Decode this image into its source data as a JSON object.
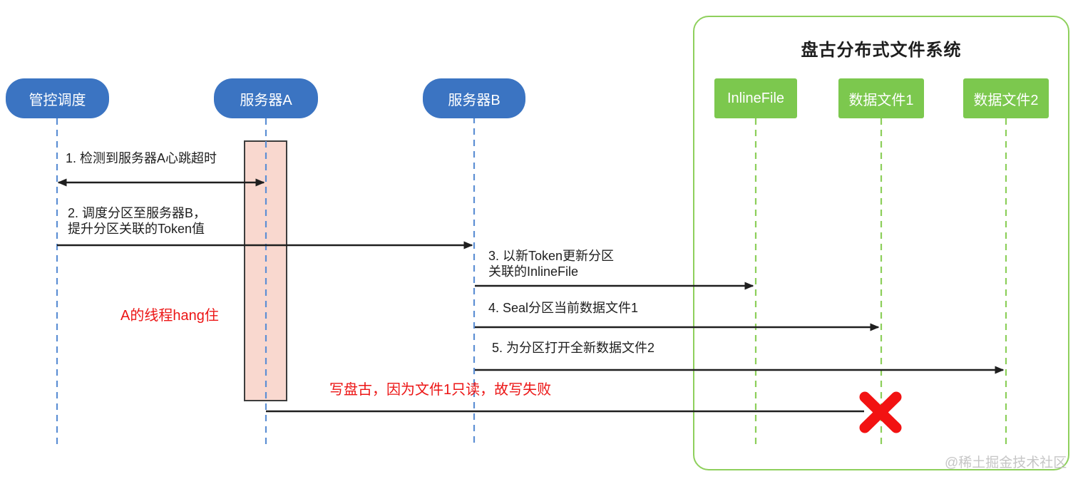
{
  "diagram": {
    "group": {
      "title": "盘古分布式文件系统"
    },
    "actors": [
      {
        "label": "管控调度"
      },
      {
        "label": "服务器A"
      },
      {
        "label": "服务器B"
      },
      {
        "label": "InlineFile"
      },
      {
        "label": "数据文件1"
      },
      {
        "label": "数据文件2"
      }
    ],
    "messages": [
      {
        "lines": [
          "1. 检测到服务器A心跳超时"
        ]
      },
      {
        "lines": [
          "2. 调度分区至服务器B，",
          "提升分区关联的Token值"
        ]
      },
      {
        "lines": [
          "3. 以新Token更新分区",
          "关联的InlineFile"
        ]
      },
      {
        "lines": [
          "4. Seal分区当前数据文件1"
        ]
      },
      {
        "lines": [
          "5. 为分区打开全新数据文件2"
        ]
      }
    ],
    "notes": [
      {
        "text": "A的线程hang住"
      },
      {
        "text": "写盘古，因为文件1只读，故写失败"
      }
    ],
    "watermark": "@稀土掘金技术社区",
    "colors": {
      "actor_blue": "#3b74c2",
      "object_green": "#7cc84e",
      "group_border_green": "#8ed05c",
      "lifeline_blue": "#5d8fd4",
      "lifeline_green": "#8ccf5a",
      "activation_fill": "#f9d8cf",
      "activation_border": "#3d3d3d",
      "arrow_black": "#1f1f1f",
      "note_red": "#ec1515",
      "failure_red": "#f21212",
      "watermark_gray": "#c6c6c6"
    }
  }
}
